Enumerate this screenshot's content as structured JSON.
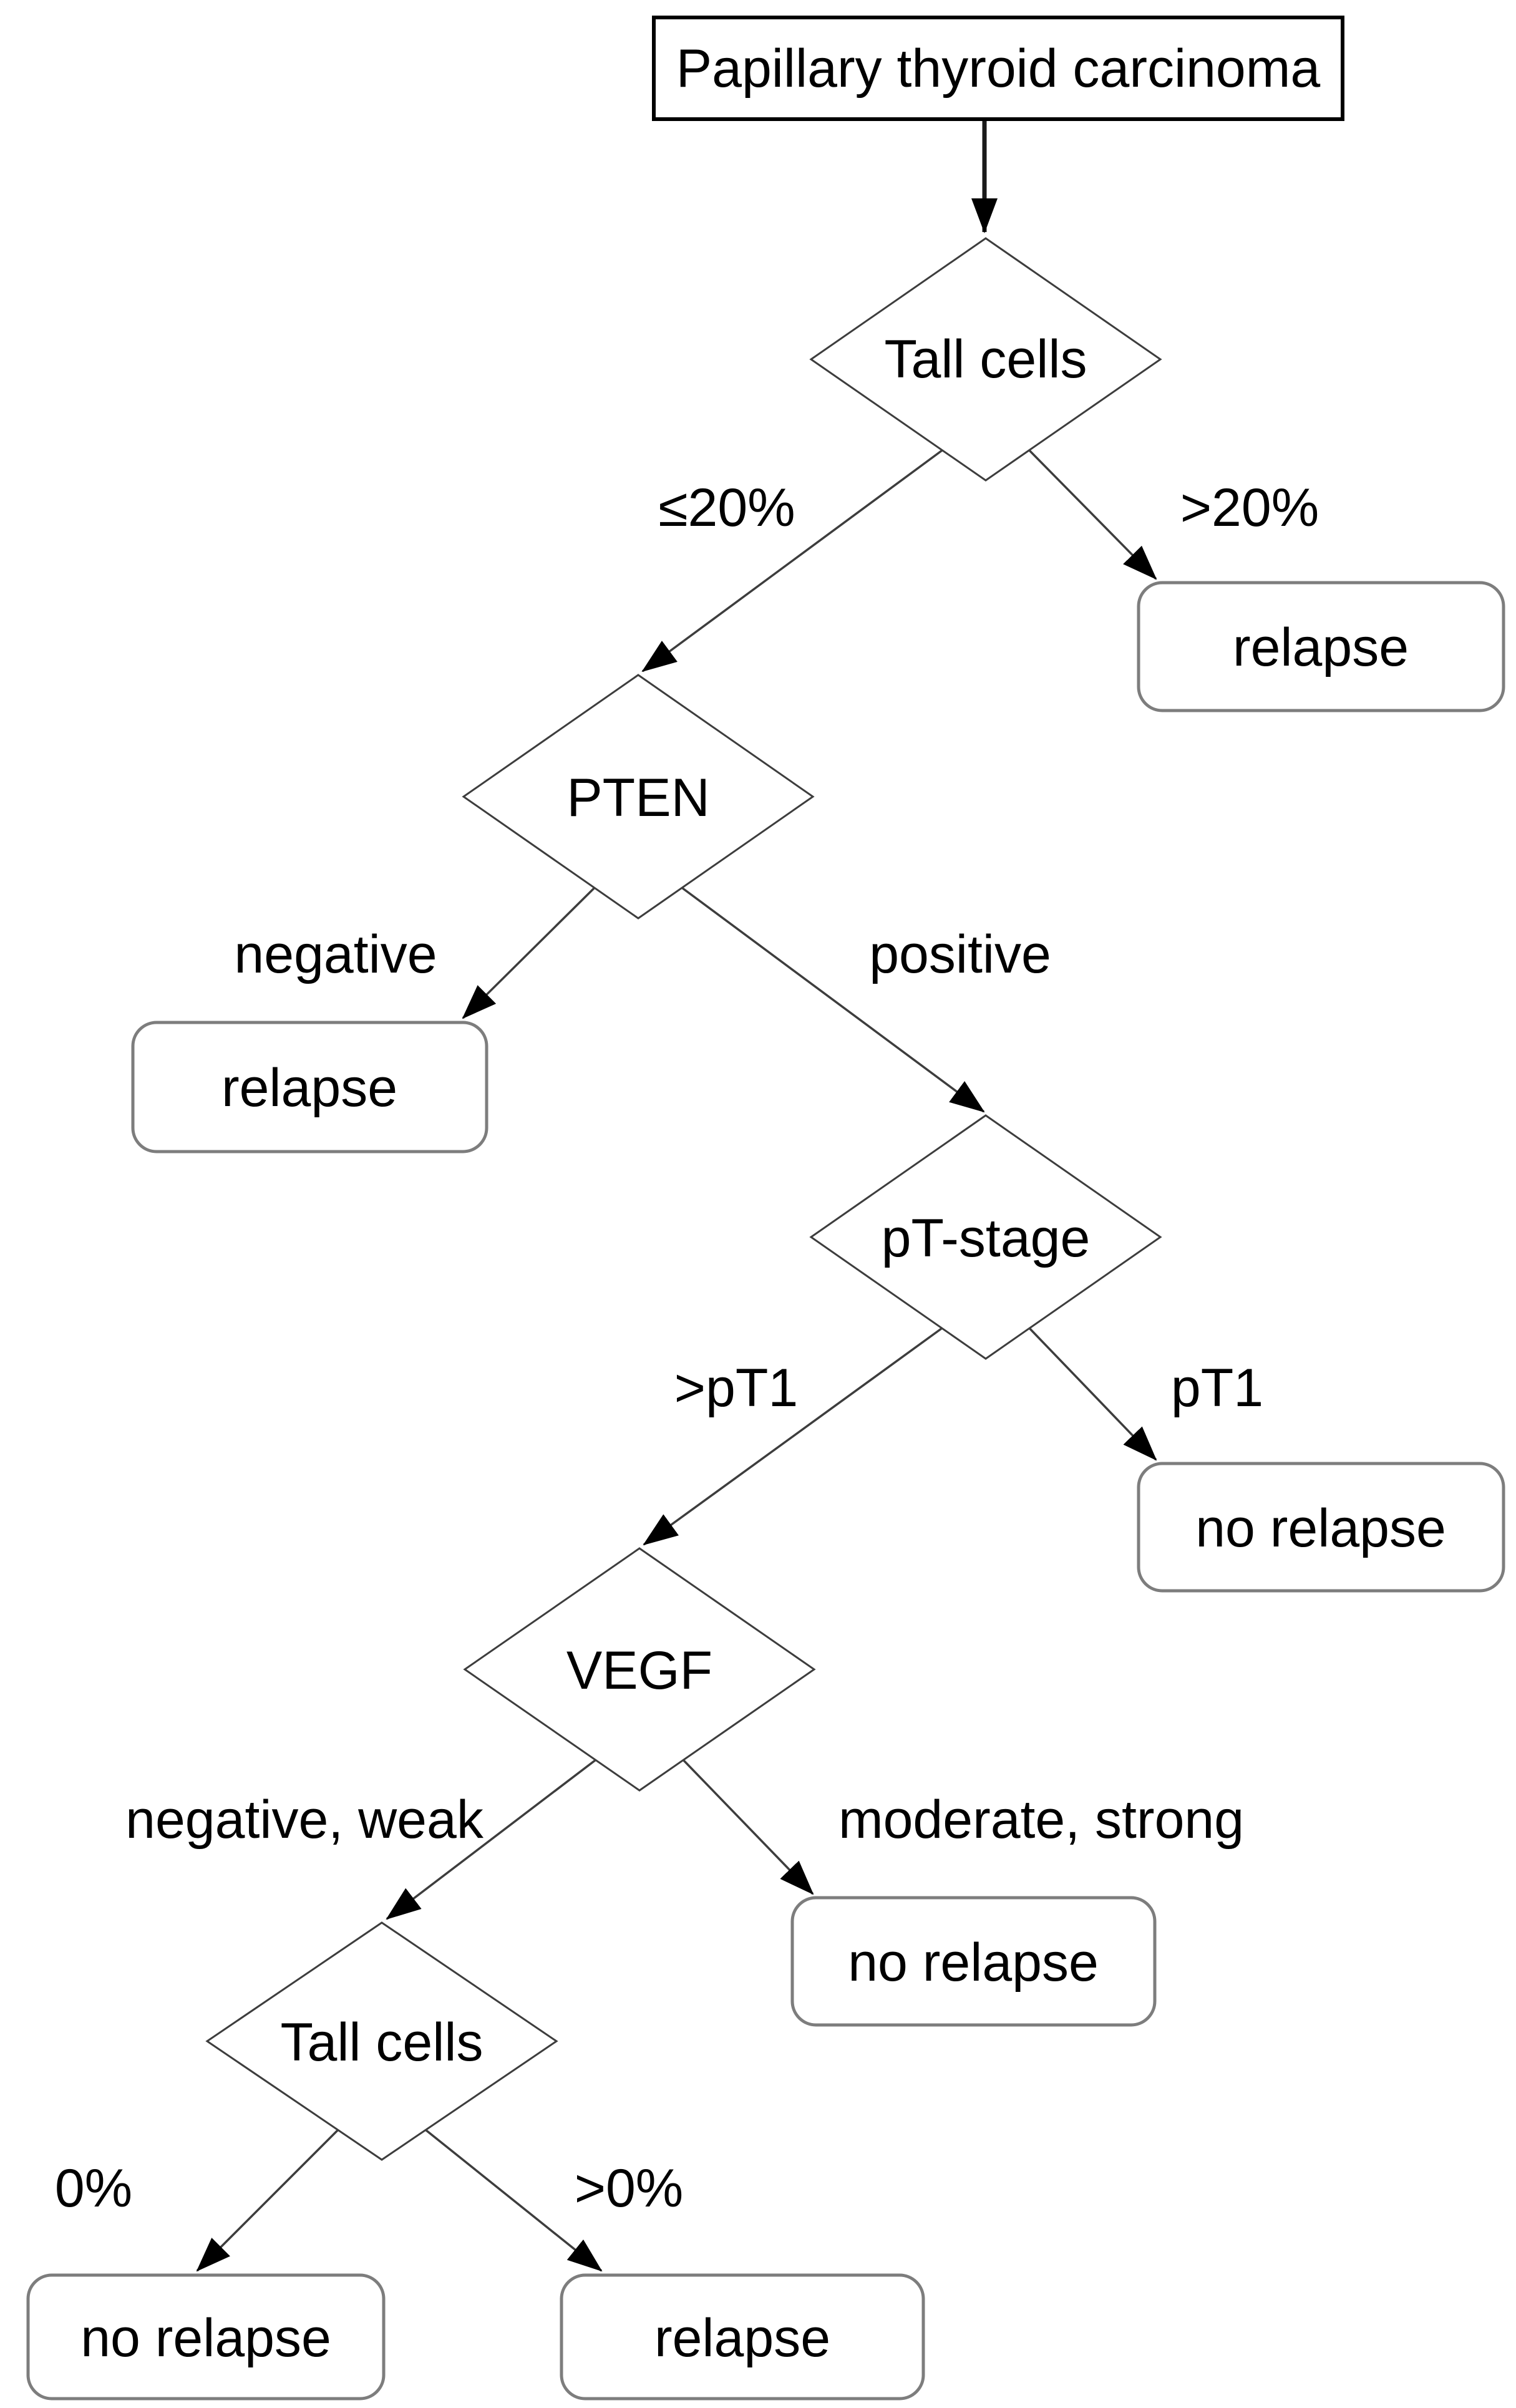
{
  "diagram": {
    "title": "Papillary thyroid carcinoma",
    "nodes": {
      "root": {
        "label": "Papillary thyroid carcinoma",
        "type": "start"
      },
      "tall_cells_1": {
        "label": "Tall cells",
        "type": "decision"
      },
      "pten": {
        "label": "PTEN",
        "type": "decision"
      },
      "pt_stage": {
        "label": "pT-stage",
        "type": "decision"
      },
      "vegf": {
        "label": "VEGF",
        "type": "decision"
      },
      "tall_cells_2": {
        "label": "Tall cells",
        "type": "decision"
      },
      "relapse_tall1": {
        "label": "relapse",
        "type": "outcome"
      },
      "relapse_pten": {
        "label": "relapse",
        "type": "outcome"
      },
      "no_relapse_pt": {
        "label": "no relapse",
        "type": "outcome"
      },
      "no_relapse_vegf": {
        "label": "no relapse",
        "type": "outcome"
      },
      "no_relapse_tall2": {
        "label": "no relapse",
        "type": "outcome"
      },
      "relapse_tall2": {
        "label": "relapse",
        "type": "outcome"
      }
    },
    "edges": {
      "tall1_left": {
        "label": "≤20%",
        "from": "tall_cells_1",
        "to": "pten"
      },
      "tall1_right": {
        "label": ">20%",
        "from": "tall_cells_1",
        "to": "relapse_tall1"
      },
      "pten_left": {
        "label": "negative",
        "from": "pten",
        "to": "relapse_pten"
      },
      "pten_right": {
        "label": "positive",
        "from": "pten",
        "to": "pt_stage"
      },
      "pt_left": {
        "label": ">pT1",
        "from": "pt_stage",
        "to": "vegf"
      },
      "pt_right": {
        "label": "pT1",
        "from": "pt_stage",
        "to": "no_relapse_pt"
      },
      "vegf_left": {
        "label": "negative, weak",
        "from": "vegf",
        "to": "tall_cells_2"
      },
      "vegf_right": {
        "label": "moderate, strong",
        "from": "vegf",
        "to": "no_relapse_vegf"
      },
      "tall2_left": {
        "label": "0%",
        "from": "tall_cells_2",
        "to": "no_relapse_tall2"
      },
      "tall2_right": {
        "label": ">0%",
        "from": "tall_cells_2",
        "to": "relapse_tall2"
      }
    },
    "colors": {
      "background": "#ffffff",
      "text": "#000000",
      "line": "#3d3d3d",
      "root_border": "#000000",
      "outcome_border": "#7d7d7d"
    }
  }
}
